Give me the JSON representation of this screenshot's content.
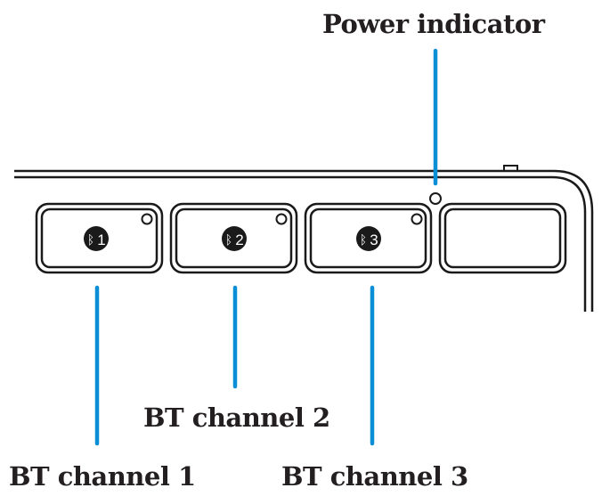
{
  "labels": {
    "power_indicator": "Power indicator",
    "bt_channel_1": "BT channel 1",
    "bt_channel_2": "BT channel 2",
    "bt_channel_3": "BT channel 3"
  },
  "keys": [
    {
      "name": "bt-key-1",
      "number": "1",
      "icon": "bluetooth-icon",
      "has_led": true
    },
    {
      "name": "bt-key-2",
      "number": "2",
      "icon": "bluetooth-icon",
      "has_led": true
    },
    {
      "name": "bt-key-3",
      "number": "3",
      "icon": "bluetooth-icon",
      "has_led": true
    },
    {
      "name": "blank-key",
      "number": "",
      "icon": "",
      "has_led": false
    }
  ],
  "colors": {
    "callout": "#0a8fd6",
    "outline": "#1a1a1a",
    "text": "#231f20"
  }
}
